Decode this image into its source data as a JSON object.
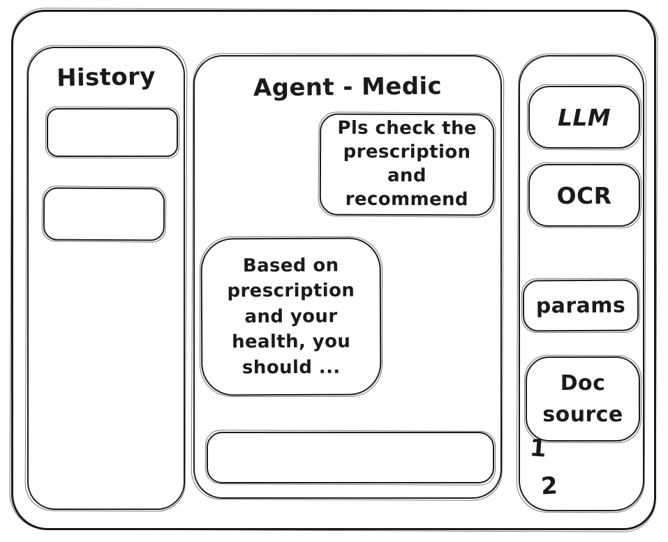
{
  "history_panel": {
    "title": "History",
    "items": [
      {
        "label": ""
      },
      {
        "label": ""
      }
    ]
  },
  "chat_panel": {
    "title": "Agent - Medic",
    "messages": [
      {
        "role": "user",
        "text": "Pls check the prescription and recommend"
      },
      {
        "role": "agent",
        "text": "Based on prescription and your health, you should ..."
      }
    ],
    "input": {
      "value": "",
      "placeholder": ""
    }
  },
  "tools_panel": {
    "buttons": [
      {
        "id": "llm",
        "label": "LLM"
      },
      {
        "id": "ocr",
        "label": "OCR"
      },
      {
        "id": "params",
        "label": "params"
      },
      {
        "id": "doc-source",
        "label": "Doc source"
      }
    ],
    "doc_source_items": [
      "1",
      "2"
    ]
  },
  "colors": {
    "ink": "#1b1b1b",
    "background": "#ffffff"
  }
}
